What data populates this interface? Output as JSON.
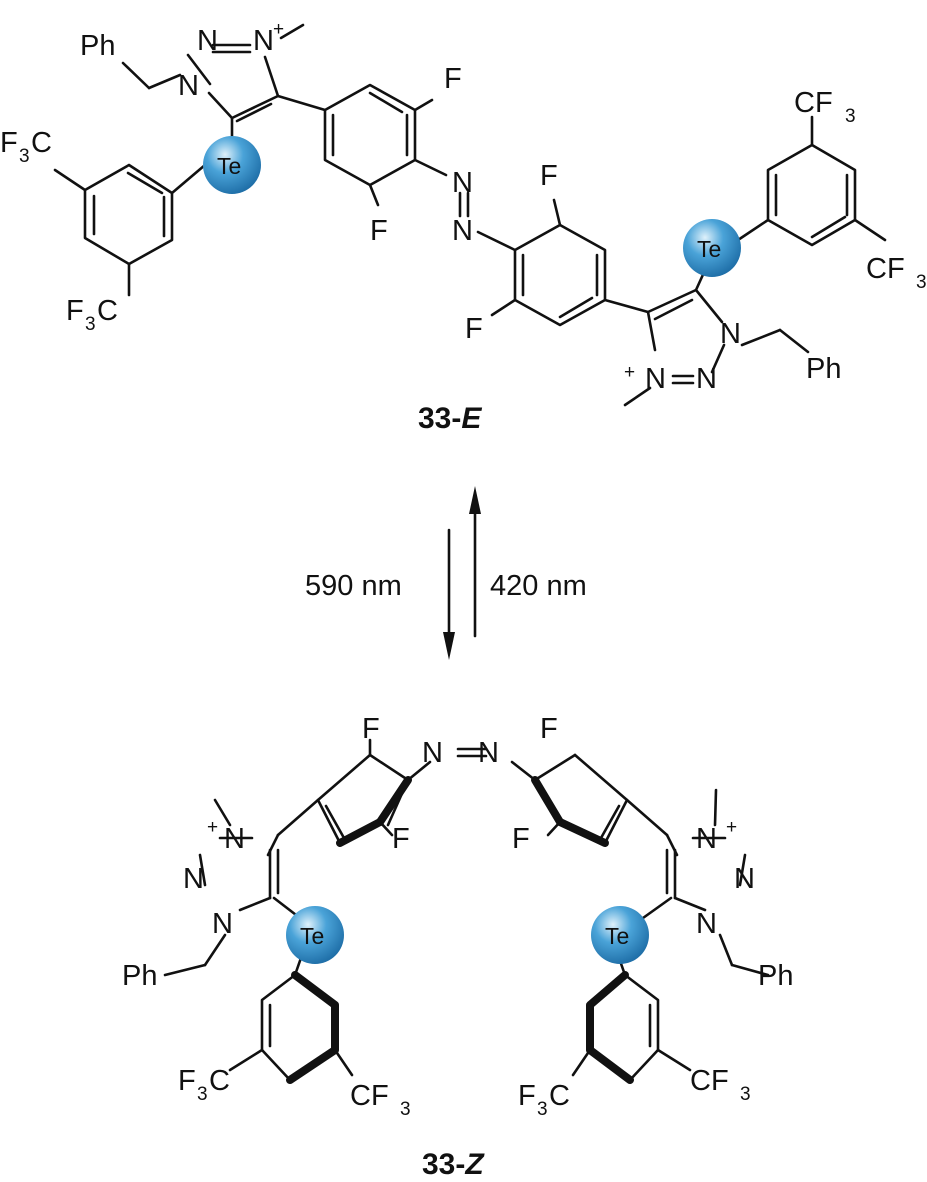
{
  "compounds": {
    "e_isomer": {
      "number": "33-",
      "isomer": "E"
    },
    "z_isomer": {
      "number": "33-",
      "isomer": "Z"
    }
  },
  "arrows": {
    "forward_wavelength": "590 nm",
    "reverse_wavelength": "420 nm"
  },
  "atoms": {
    "te": "Te",
    "ph": "Ph",
    "n": "N",
    "f": "F",
    "c": "C",
    "cf": "CF",
    "sub3": "3",
    "plus": "+"
  },
  "colors": {
    "te_sphere": "#4aa3d8",
    "te_sphere_dark": "#1f6fa8",
    "ink": "#111111"
  }
}
